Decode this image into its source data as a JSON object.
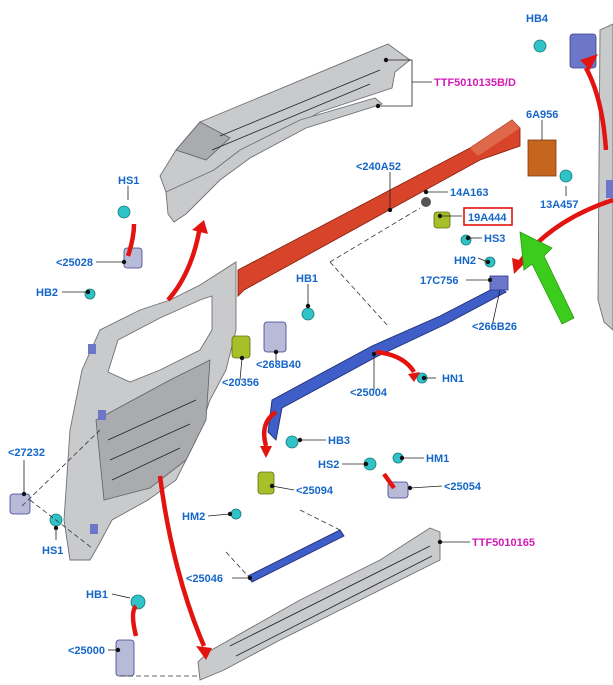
{
  "colors": {
    "label_blue": "#1466c8",
    "label_magenta": "#d21ab4",
    "highlight_box": "#e3140f",
    "arrow_red": "#e3140f",
    "arrow_green": "#3bcc1c",
    "part_red": "#d8442a",
    "part_blue": "#3f5ec8",
    "part_orange": "#c5651e",
    "part_green": "#a7c02a",
    "fastener_teal": "#2fc2c6",
    "panel_gray": "#c9cacc"
  },
  "labels": {
    "hb4": "HB4",
    "ttf_upper": "TTF5010135B/D",
    "p6a956": "6A956",
    "p240a52": "<240A52",
    "p14a163": "14A163",
    "p13a457": "13A457",
    "p19a444": "19A444",
    "hs3": "HS3",
    "hn2": "HN2",
    "p17c756": "17C756",
    "p266b26": "<266B26",
    "hs1_top": "HS1",
    "p25028": "<25028",
    "hb2": "HB2",
    "hb1_mid": "HB1",
    "p268b40": "<268B40",
    "p20356": "<20356",
    "p25004": "<25004",
    "hn1": "HN1",
    "hb3": "HB3",
    "p27232": "<27232",
    "hs2": "HS2",
    "hm1": "HM1",
    "p25094": "<25094",
    "p25054": "<25054",
    "hs1_bottom": "HS1",
    "hm2": "HM2",
    "ttf_lower": "TTF5010165",
    "p25046": "<25046",
    "hb1_bottom": "HB1",
    "p25000": "<25000"
  },
  "highlight": {
    "part": "19A444",
    "pointer": "green-arrow"
  }
}
